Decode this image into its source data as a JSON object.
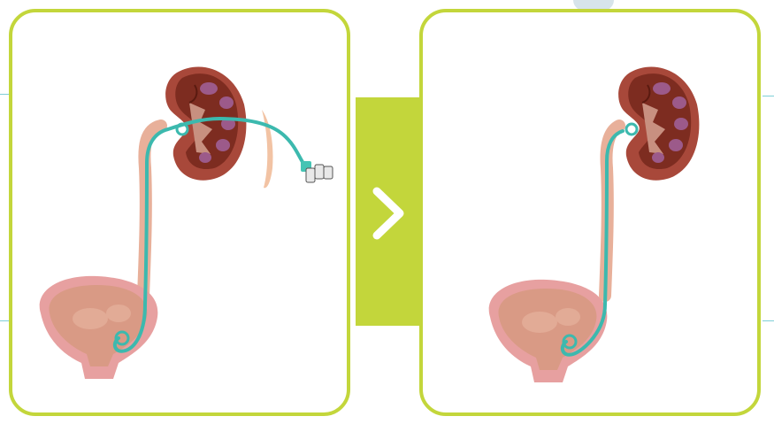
{
  "colors": {
    "panel_border": "#c3d63b",
    "connector": "#c3d63b",
    "stent": "#3cb9ae",
    "kidney_dark": "#6e2418",
    "kidney_mid": "#a8483a",
    "bladder_wall": "#e78a8a",
    "bladder_fill": "#d99a85",
    "background_line": "#7fcfd6"
  },
  "panels": [
    {
      "id": "before",
      "shows": [
        "kidney",
        "ureter",
        "bladder",
        "ureteral-stent",
        "nephrostomy-catheter",
        "skin-flank"
      ]
    },
    {
      "id": "after",
      "shows": [
        "kidney",
        "ureter",
        "bladder",
        "ureteral-stent"
      ]
    }
  ],
  "icons": [
    "chevron-right-icon"
  ]
}
